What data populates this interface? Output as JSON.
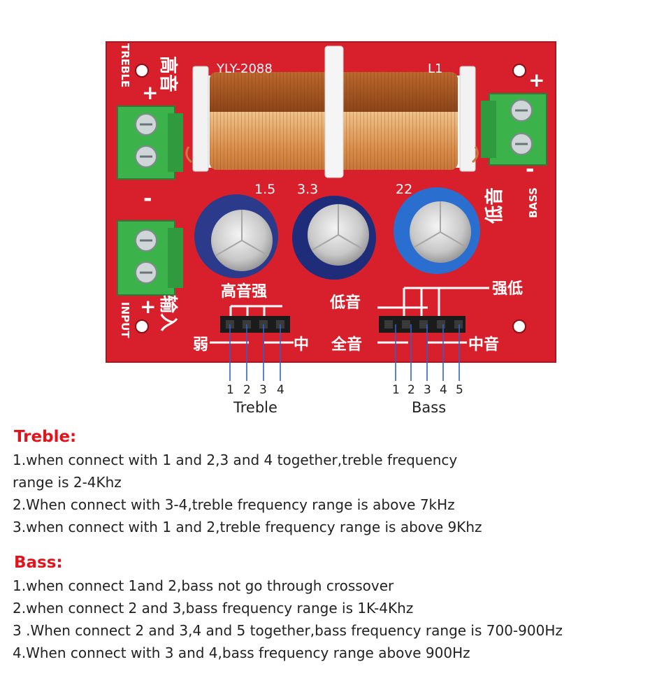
{
  "board": {
    "model": "YLY-2088",
    "inductor_label": "L1",
    "left_top_terminal": {
      "en": "TREBLE",
      "cn": "高音",
      "plus": "+",
      "minus": "-"
    },
    "left_bottom_terminal": {
      "en": "INPUT",
      "cn": "输入",
      "plus": "+"
    },
    "right_terminal": {
      "en": "BASS",
      "cn": "低音",
      "plus": "+",
      "minus": "-"
    },
    "capacitors": [
      {
        "value": "1.5",
        "color": "#2b3a8a"
      },
      {
        "value": "3.3",
        "color": "#1f2c7a"
      },
      {
        "value": "22",
        "color": "#2a6fd0"
      }
    ],
    "treble_header": {
      "top": "高音强",
      "left": "弱",
      "right": "中"
    },
    "bass_header": {
      "top_left": "低音",
      "top_right": "强低",
      "left": "全音",
      "right": "中音"
    },
    "colors": {
      "pcb": "#d8202c",
      "terminal": "#3cb34a",
      "coil": "#c7793d"
    }
  },
  "pins": {
    "treble": [
      "1",
      "2",
      "3",
      "4"
    ],
    "bass": [
      "1",
      "2",
      "3",
      "4",
      "5"
    ]
  },
  "captions": {
    "treble": "Treble",
    "bass": "Bass"
  },
  "treble_section": {
    "title": "Treble:",
    "lines": [
      "1.when connect with 1 and 2,3 and 4 together,treble frequency",
      "range is 2-4Khz",
      "2.When connect with 3-4,treble frequency range is above 7kHz",
      "3.when connect with 1 and 2,treble frequency range is above 9Khz"
    ]
  },
  "bass_section": {
    "title": "Bass:",
    "lines": [
      "1.when connect 1and 2,bass not go through crossover",
      "2.when connect 2 and 3,bass frequency range is 1K-4Khz",
      "3 .When connect 2 and 3,4 and 5 together,bass frequency range is 700-900Hz",
      "4.When connect with 3 and 4,bass frequency range above 900Hz"
    ]
  }
}
